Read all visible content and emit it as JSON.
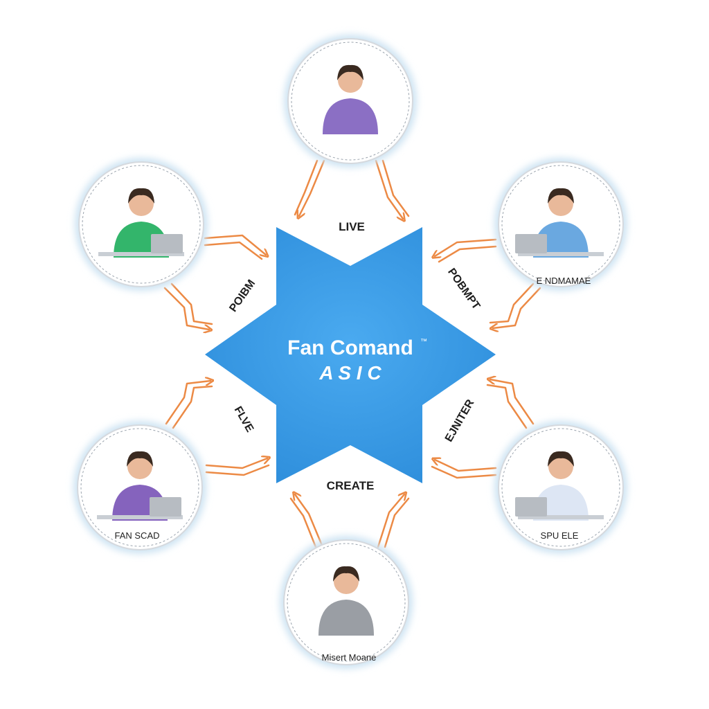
{
  "center": {
    "title": "Fan Comand",
    "title_mark": "™",
    "subtitle": "A S I C"
  },
  "edge_labels": {
    "top": "LIVE",
    "upper_left": "POIBM",
    "upper_right": "POBMPT",
    "lower_left": "FLVE",
    "lower_right": "EJNITER",
    "bottom": "CREATE"
  },
  "nodes": [
    {
      "id": "top",
      "caption": "",
      "shirt": "#8b6fc4"
    },
    {
      "id": "upper-left",
      "caption": "",
      "shirt": "#33b56b"
    },
    {
      "id": "upper-right",
      "caption": "E NDMAMAE",
      "shirt": "#6aa8e0"
    },
    {
      "id": "lower-left",
      "caption": "FAN SCAD",
      "shirt": "#8563bd"
    },
    {
      "id": "lower-right",
      "caption": "SPU ELE",
      "shirt": "#dde6f4"
    },
    {
      "id": "bottom",
      "caption": "Misert Moane",
      "shirt": "#9a9ea4"
    }
  ],
  "colors": {
    "star": "#3d9be4",
    "arrow": "#ec8a45",
    "circle_glow": "#cfe4f3"
  }
}
